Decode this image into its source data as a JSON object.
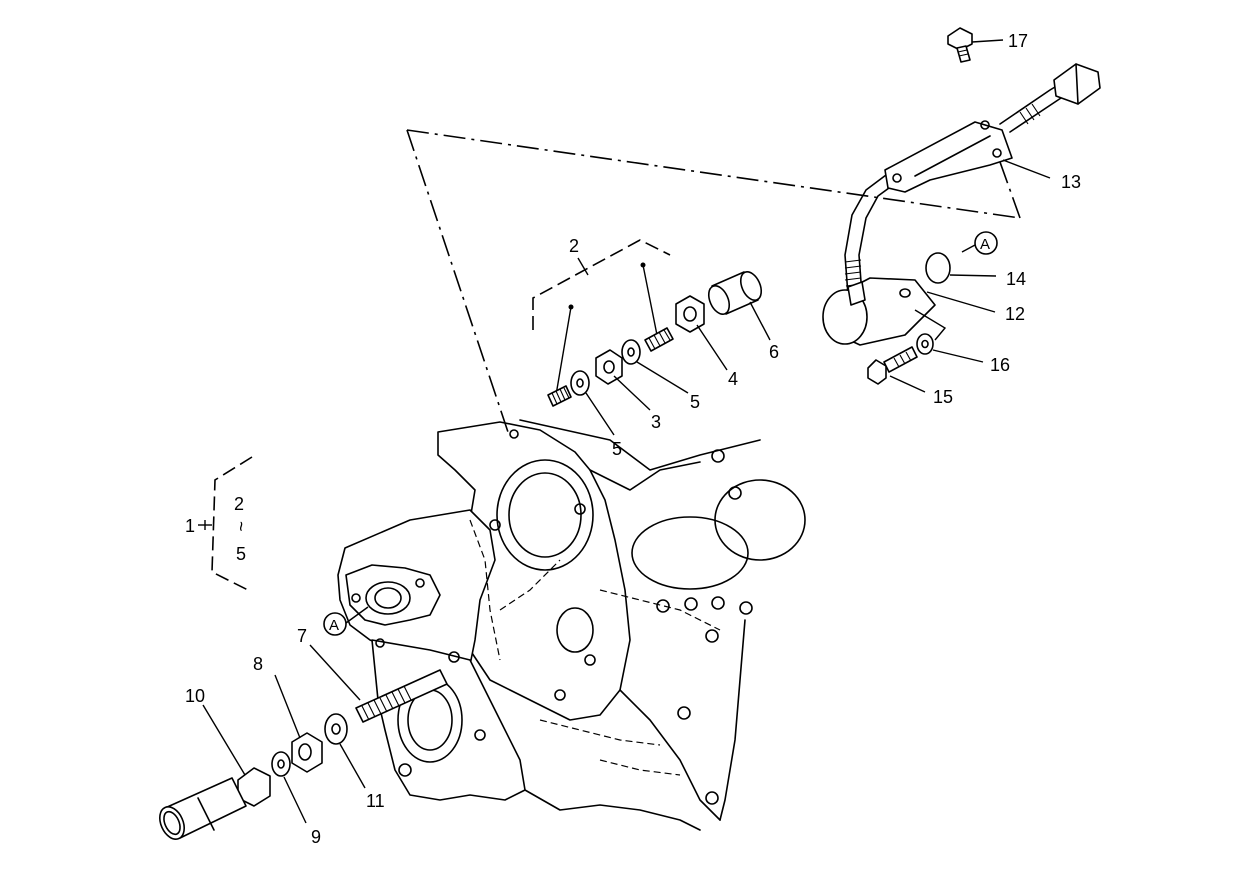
{
  "callouts": {
    "c1": "1",
    "c2_top": "2",
    "c2_left": "2",
    "c_tilde": "~",
    "c5_left": "5",
    "c3": "3",
    "c4": "4",
    "c5_a": "5",
    "c5_b": "5",
    "c6": "6",
    "c7": "7",
    "c8": "8",
    "c9": "9",
    "c10": "10",
    "c11": "11",
    "c12": "12",
    "c13": "13",
    "c14": "14",
    "c15": "15",
    "c16": "16",
    "c17": "17"
  },
  "references": {
    "ref_a_upper": "A",
    "ref_a_lower": "A"
  }
}
